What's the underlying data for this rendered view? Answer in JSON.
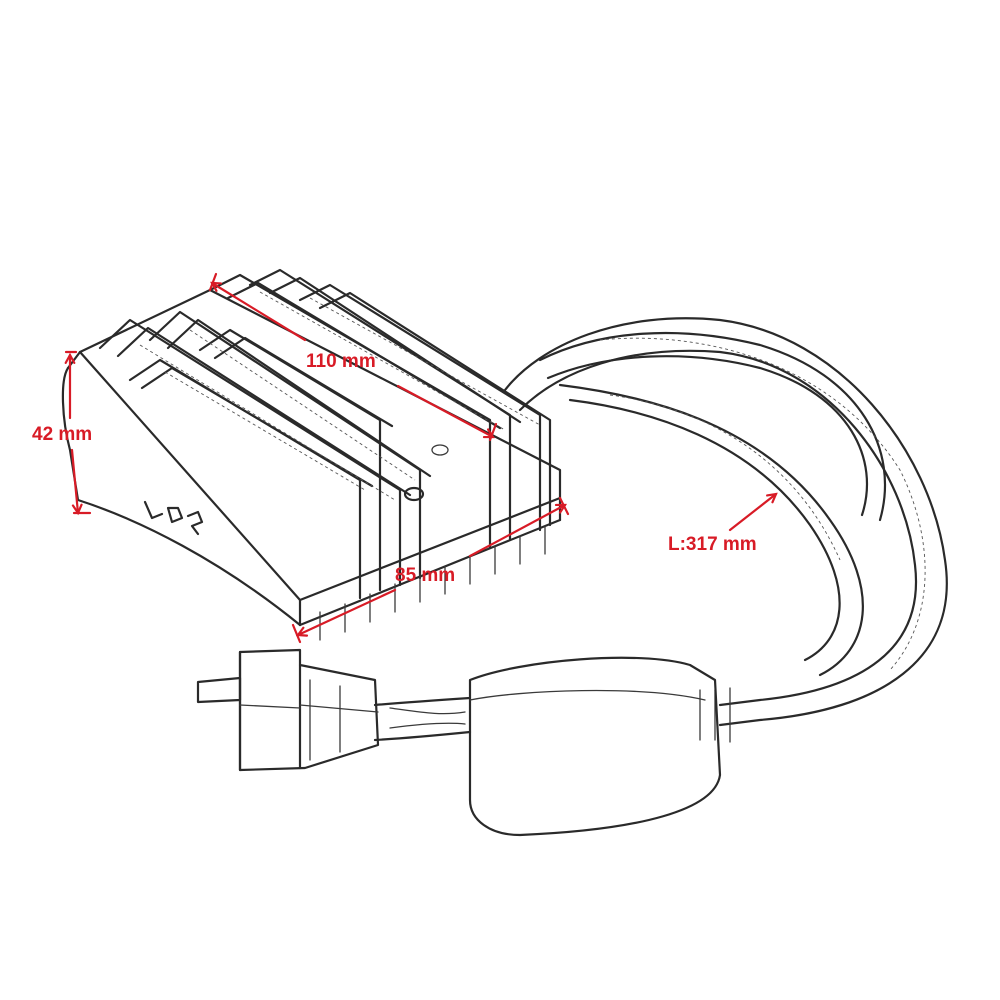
{
  "colors": {
    "dimension": "#d81b26",
    "line_art": "#2a2a2a",
    "background": "#ffffff"
  },
  "dimensions": {
    "length": "110 mm",
    "height": "42 mm",
    "width": "85 mm",
    "cable_length": "L:317 mm"
  },
  "icons": {
    "main_part": "rectifier-regulator-drawing",
    "connector": "wire-connector-drawing"
  }
}
